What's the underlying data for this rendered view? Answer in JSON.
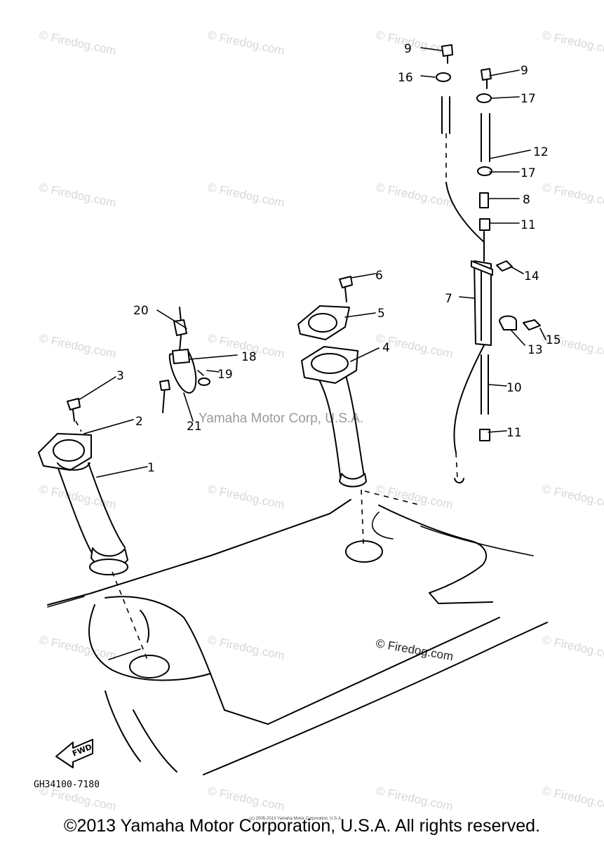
{
  "watermarks": {
    "tile_text": "© Firedog.com",
    "center_text": "Yamaha Motor Corp, U.S.A.",
    "dark_text": "© Firedog.com"
  },
  "callouts": [
    "1",
    "2",
    "3",
    "4",
    "5",
    "6",
    "7",
    "8",
    "9",
    "9",
    "10",
    "11",
    "11",
    "12",
    "13",
    "14",
    "15",
    "16",
    "17",
    "17",
    "18",
    "19",
    "20",
    "21"
  ],
  "fwd_label": "FWD",
  "diagram_code": "GH34100-7180",
  "tiny_notice": "(c) 2005-2013 Yamaha Motor Corporation, U.S.A.",
  "copyright": "©2013 Yamaha Motor Corporation, U.S.A. All rights reserved.",
  "colors": {
    "line": "#000000",
    "watermark": "#d7d7d7",
    "background": "#ffffff"
  }
}
